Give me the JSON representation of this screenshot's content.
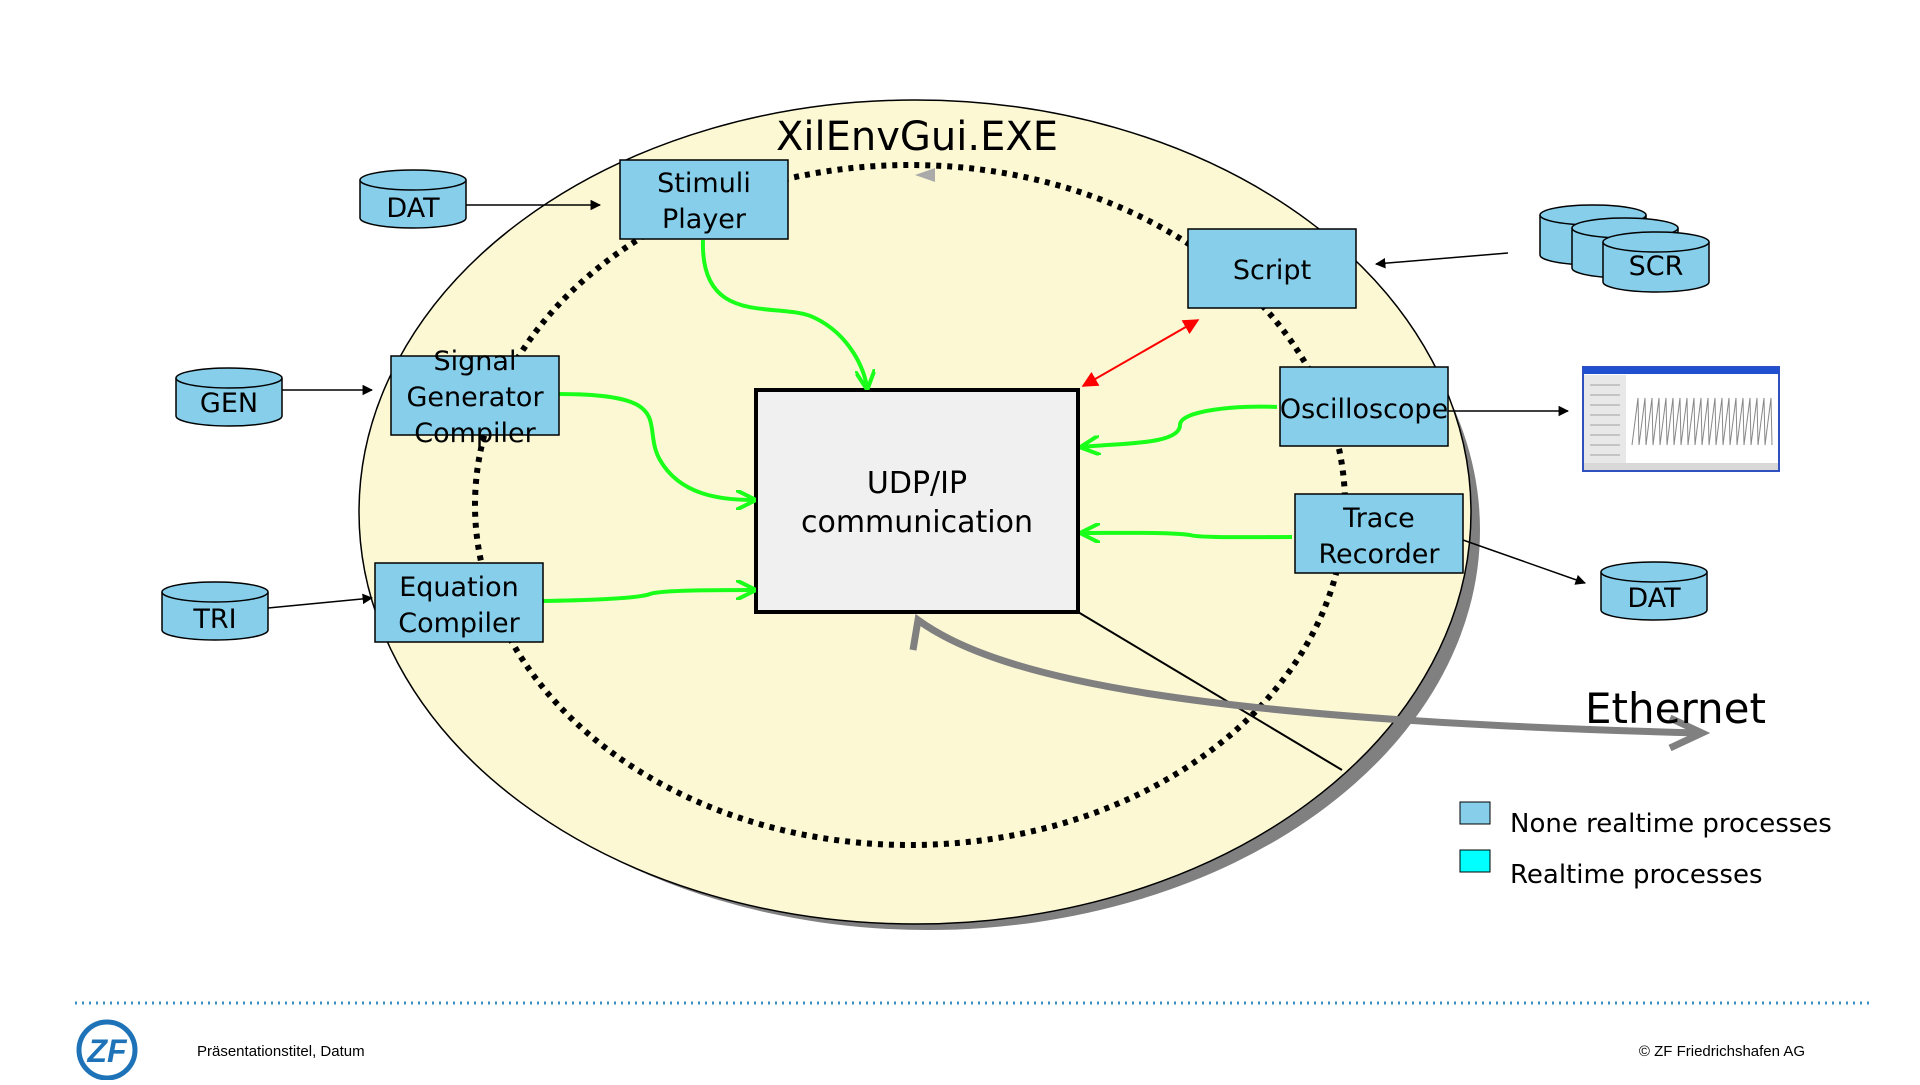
{
  "diagram": {
    "title": "XilEnvGui.EXE",
    "center_box": {
      "line1": "UDP/IP",
      "line2": "communication"
    },
    "processes": {
      "stimuli_player": [
        "Stimuli",
        "Player"
      ],
      "signal_generator_compiler": [
        "Signal",
        "Generator",
        "Compiler"
      ],
      "equation_compiler": [
        "Equation",
        "Compiler"
      ],
      "script": [
        "Script"
      ],
      "oscilloscope": [
        "Oscilloscope"
      ],
      "trace_recorder": [
        "Trace",
        "Recorder"
      ]
    },
    "files": {
      "dat_left": "DAT",
      "gen": "GEN",
      "tri": "TRI",
      "scr": "SCR",
      "dat_right": "DAT"
    },
    "ethernet_label": "Ethernet",
    "legend": [
      {
        "label": "None realtime processes",
        "color": "#87ceeb"
      },
      {
        "label": "Realtime processes",
        "color": "#00ffff"
      }
    ]
  },
  "footer": {
    "logo_text": "ZF",
    "presentation_title": "Präsentationstitel, Datum",
    "copyright": "© ZF Friedrichshafen AG"
  },
  "colors": {
    "ellipse_fill": "#fbf8d3",
    "box_fill": "#87ceeb",
    "center_fill": "#f0f0f0",
    "green_arrow": "#1aff1a",
    "red_arrow": "#ff0000",
    "ethernet_arrow": "#808080",
    "footer_dots": "#3a8fc0",
    "logo": "#1e73b8"
  }
}
